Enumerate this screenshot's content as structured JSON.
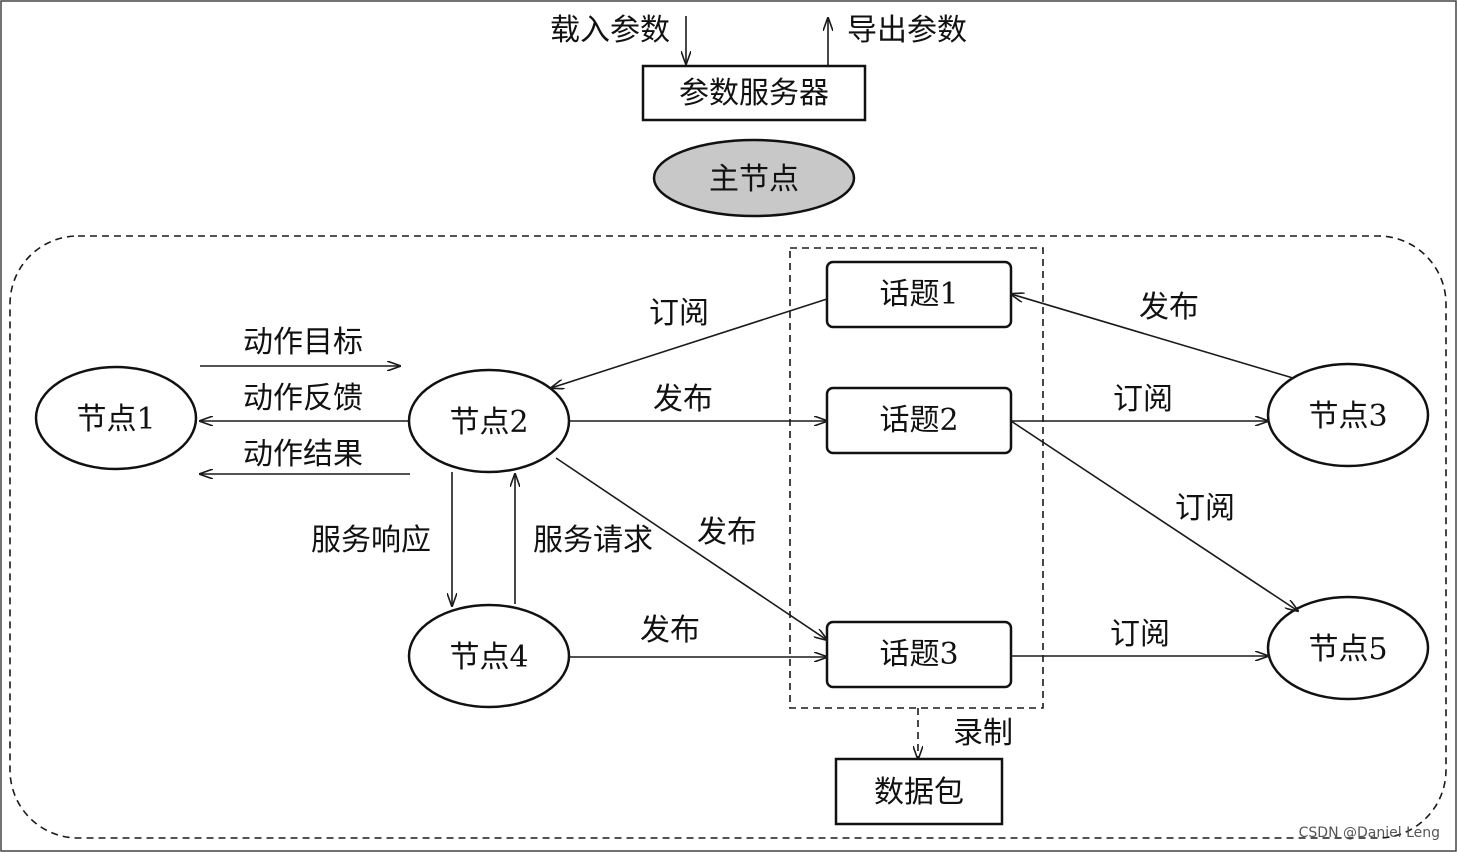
{
  "parameter_server": {
    "title": "参数服务器",
    "load_label": "载入参数",
    "export_label": "导出参数"
  },
  "master_node": {
    "label": "主节点"
  },
  "nodes": {
    "node1": "节点1",
    "node2": "节点2",
    "node3": "节点3",
    "node4": "节点4",
    "node5": "节点5"
  },
  "topics": {
    "topic1": "话题1",
    "topic2": "话题2",
    "topic3": "话题3"
  },
  "bag": {
    "label": "数据包",
    "record_label": "录制"
  },
  "edge_labels": {
    "action_goal": "动作目标",
    "action_feedback": "动作反馈",
    "action_result": "动作结果",
    "service_response": "服务响应",
    "service_request": "服务请求",
    "subscribe_node2_topic1": "订阅",
    "publish_node2_topic2": "发布",
    "publish_node2_topic3": "发布",
    "publish_node4_topic3": "发布",
    "publish_node3_topic1": "发布",
    "subscribe_node3_topic2": "订阅",
    "subscribe_node5_topic2": "订阅",
    "subscribe_node5_topic3": "订阅"
  },
  "watermark": "CSDN @Daniel Leng"
}
